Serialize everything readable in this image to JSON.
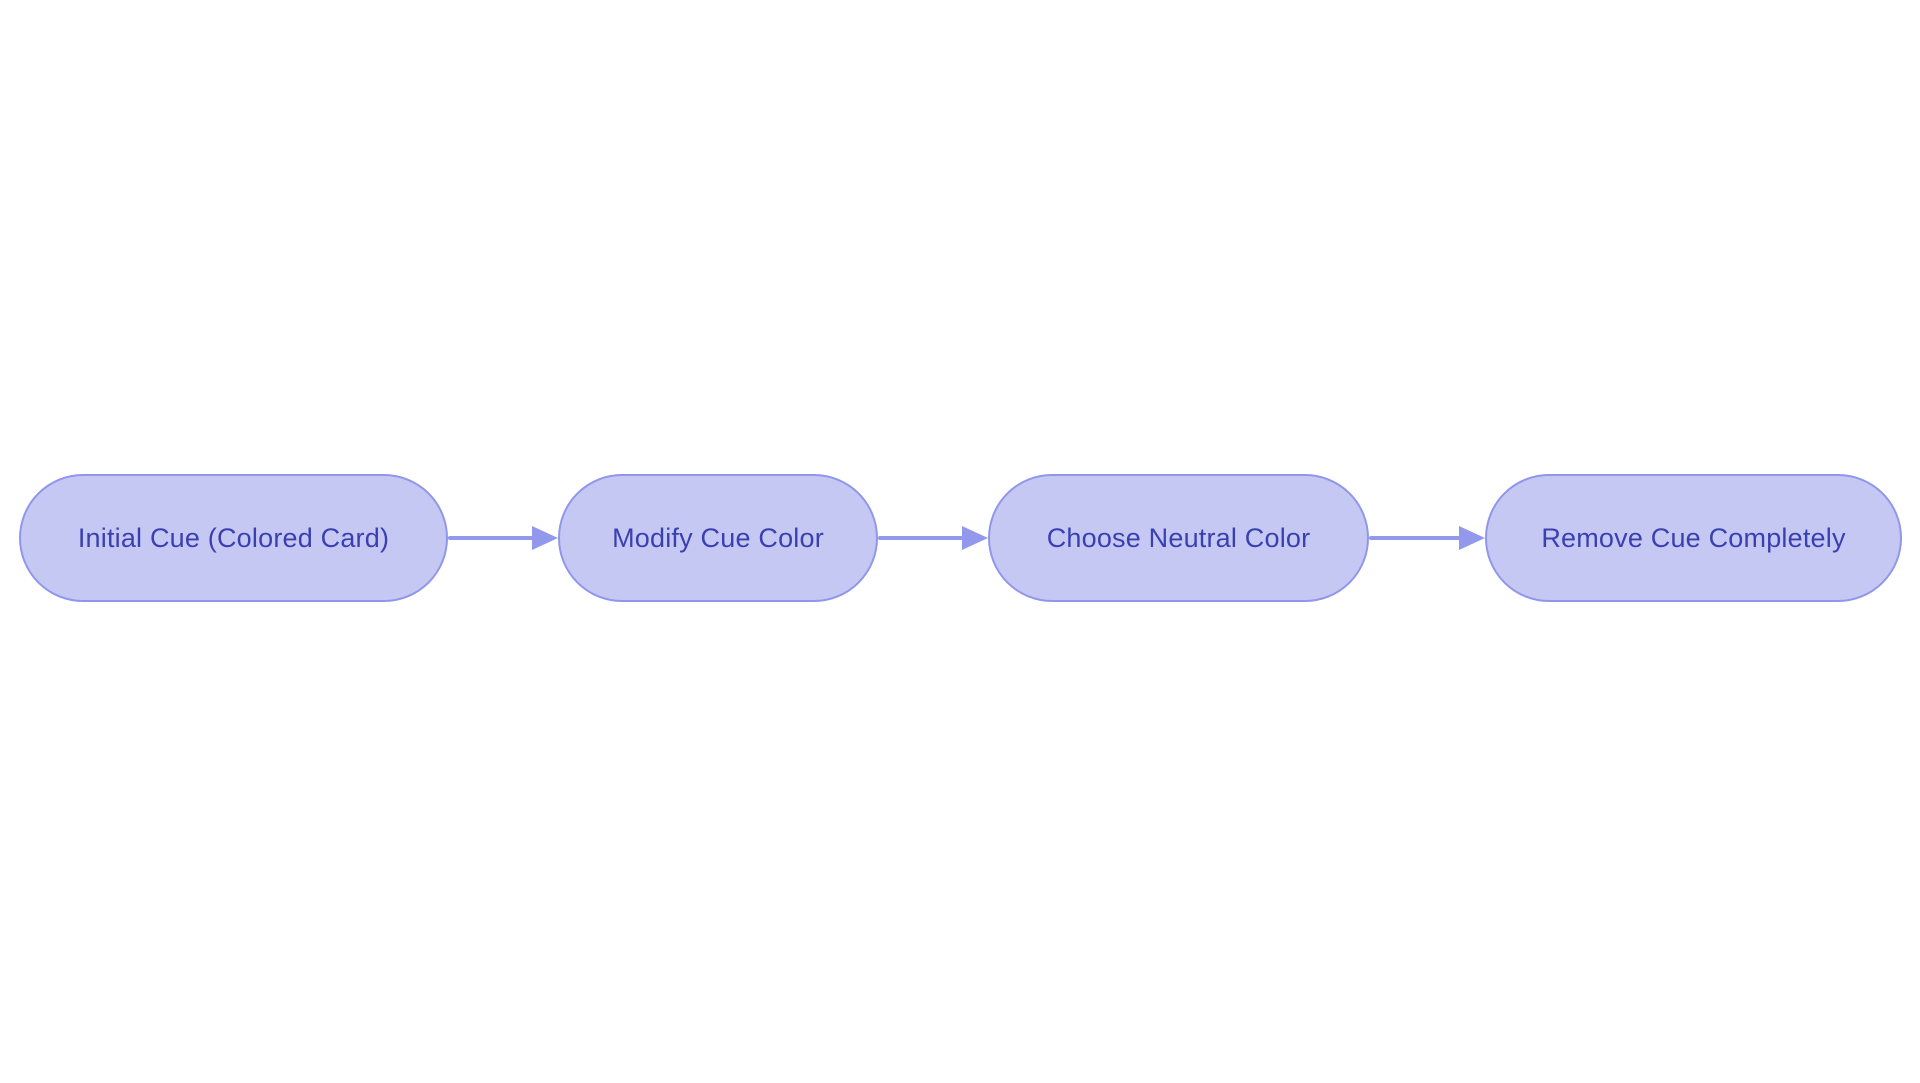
{
  "diagram": {
    "type": "flowchart",
    "direction": "left-to-right",
    "nodes": [
      {
        "id": "n1",
        "shape": "stadium",
        "label": "Initial Cue (Colored Card)"
      },
      {
        "id": "n2",
        "shape": "stadium",
        "label": "Modify Cue Color"
      },
      {
        "id": "n3",
        "shape": "stadium",
        "label": "Choose Neutral Color"
      },
      {
        "id": "n4",
        "shape": "stadium",
        "label": "Remove Cue Completely"
      }
    ],
    "edges": [
      {
        "from": "n1",
        "to": "n2",
        "style": "solid-arrow"
      },
      {
        "from": "n2",
        "to": "n3",
        "style": "solid-arrow"
      },
      {
        "from": "n3",
        "to": "n4",
        "style": "solid-arrow"
      }
    ],
    "colors": {
      "background": "#ffffff",
      "node_fill": "#c6c8f4",
      "node_border": "#9096ea",
      "node_text": "#3b40b0",
      "arrow": "#9298ec"
    }
  }
}
